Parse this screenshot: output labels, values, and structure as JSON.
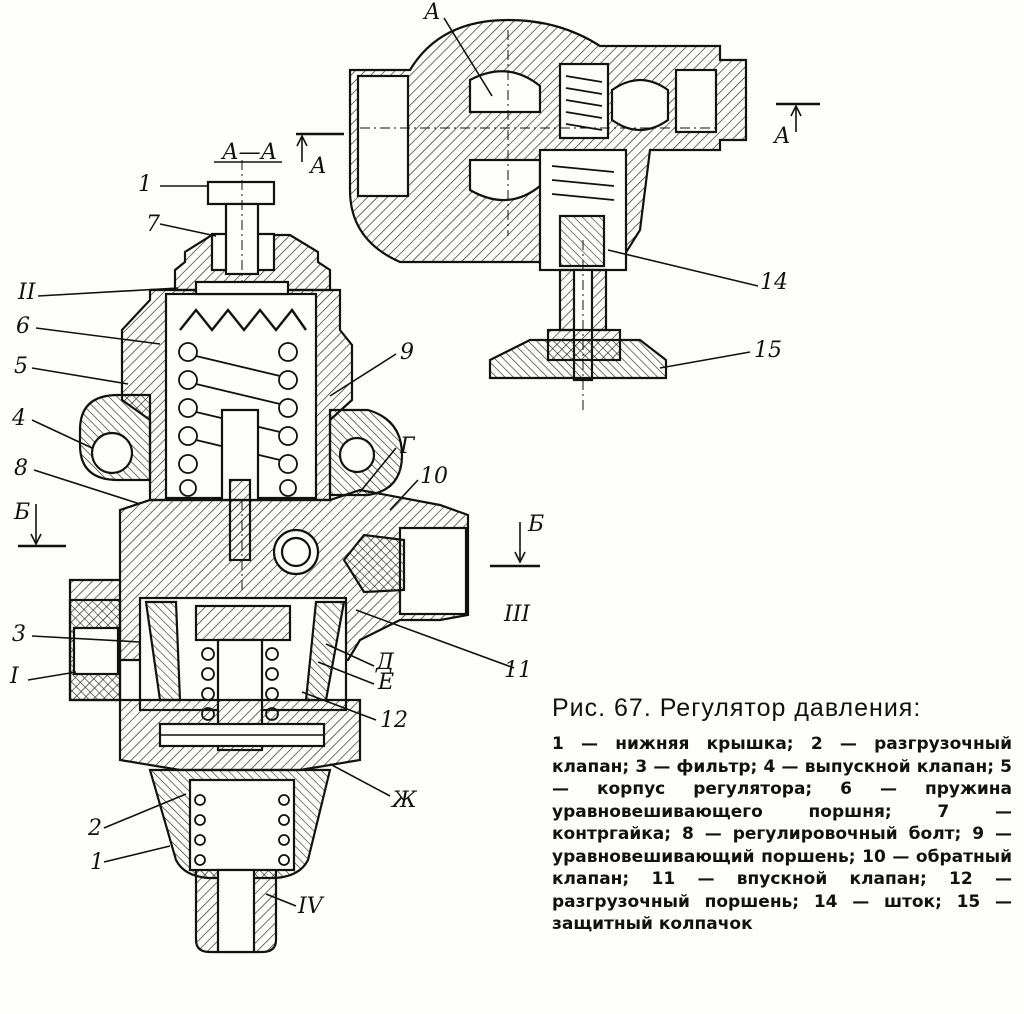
{
  "figure": {
    "caption_title": "Рис. 67. Регулятор давления:",
    "caption_body": "1 — нижняя крышка; 2 — разгрузочный клапан; 3 — фильтр; 4 — выпускной клапан; 5 — корпус регулятора; 6 — пружина уравновешивающего поршня; 7 — контргайка; 8 — регулировочный болт; 9 — уравновешивающий поршень; 10 — обратный клапан; 11 — впускной клапан; 12 — разгрузочный поршень; 14 — шток; 15 — защитный колпачок"
  },
  "labels": {
    "section_aa": "А—А",
    "section_a_top": "А",
    "section_a_left": "А",
    "section_a_right": "А",
    "l_1_top": "1",
    "l_7": "7",
    "l_II": "II",
    "l_6": "6",
    "l_5": "5",
    "l_9": "9",
    "l_4": "4",
    "l_8": "8",
    "l_G": "Г",
    "l_10": "10",
    "l_B_left": "Б",
    "l_B_right": "Б",
    "l_III": "III",
    "l_3": "3",
    "l_I": "I",
    "l_D": "Д",
    "l_E": "Е",
    "l_11": "11",
    "l_12": "12",
    "l_Zh": "Ж",
    "l_2": "2",
    "l_1": "1",
    "l_IV": "IV",
    "l_14": "14",
    "l_15": "15"
  }
}
